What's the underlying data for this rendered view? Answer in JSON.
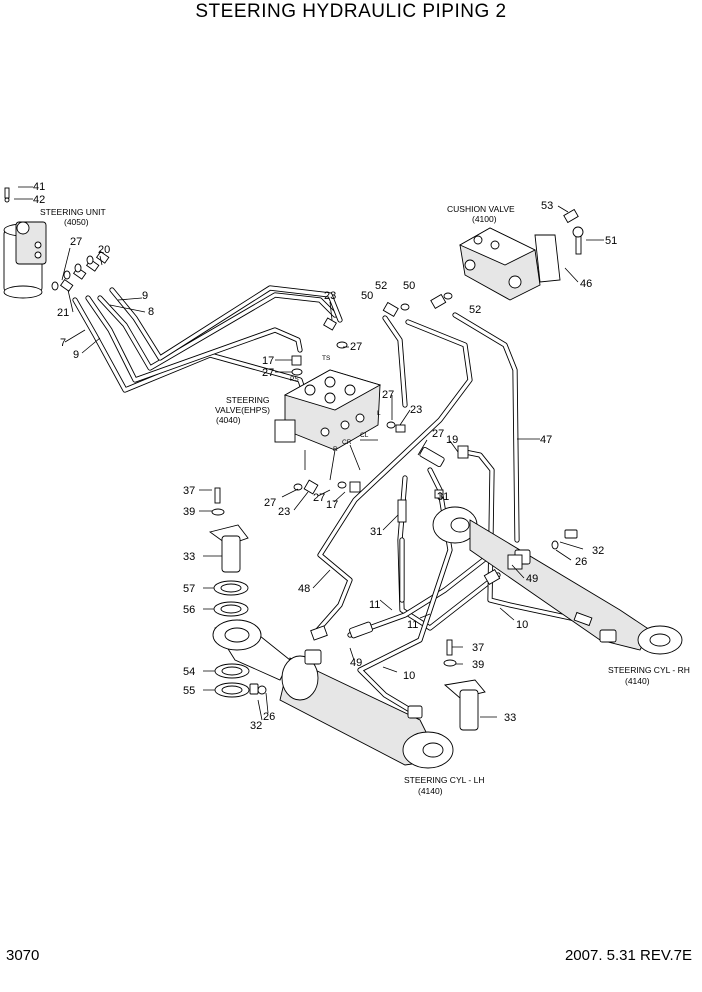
{
  "title": "STEERING HYDRAULIC PIPING 2",
  "page_number": "3070",
  "revision": "2007. 5.31  REV.7E",
  "components": {
    "steering_unit": {
      "name": "STEERING UNIT",
      "ref": "(4050)"
    },
    "cushion_valve": {
      "name": "CUSHION VALVE",
      "ref": "(4100)"
    },
    "steering_valve": {
      "name_line1": "STEERING",
      "name_line2": "VALVE(EHPS)",
      "ref": "(4040)"
    },
    "steering_cyl_rh": {
      "name": "STEERING CYL - RH",
      "ref": "(4140)"
    },
    "steering_cyl_lh": {
      "name": "STEERING CYL - LH",
      "ref": "(4140)"
    }
  },
  "port_labels": [
    "TS",
    "PS",
    "L",
    "R",
    "CR",
    "CL"
  ],
  "callouts": [
    "41",
    "42",
    "27",
    "20",
    "9",
    "8",
    "7",
    "9",
    "21",
    "23",
    "50",
    "52",
    "50",
    "52",
    "27",
    "17",
    "27",
    "27",
    "23",
    "53",
    "51",
    "46",
    "47",
    "37",
    "39",
    "33",
    "57",
    "56",
    "54",
    "55",
    "32",
    "26",
    "27",
    "23",
    "27",
    "17",
    "19",
    "31",
    "31",
    "48",
    "11",
    "11",
    "49",
    "10",
    "10",
    "37",
    "39",
    "33",
    "32",
    "26",
    "49"
  ]
}
